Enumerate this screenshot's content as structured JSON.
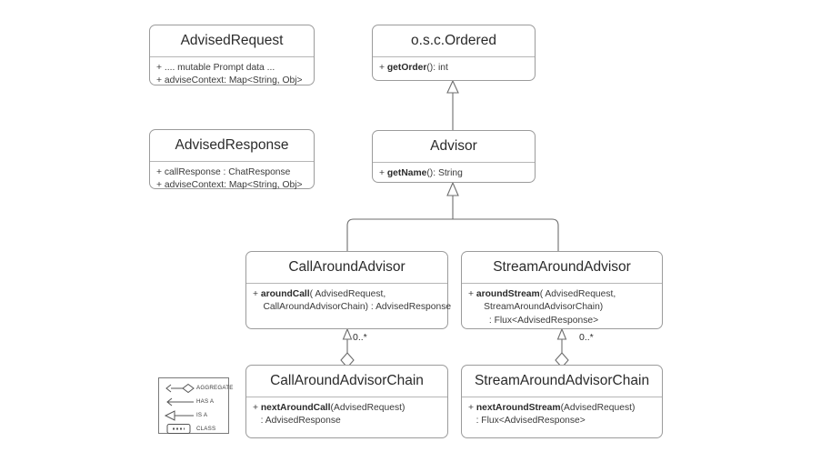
{
  "diagram": {
    "title": "Spring AI Advisor class diagram",
    "background": "#ffffff",
    "line_color": "#6e6e6e",
    "box_border": "#9b9b9b",
    "text_color": "#2b2b2b"
  },
  "classes": {
    "advised_request": {
      "name": "AdvisedRequest",
      "members": [
        {
          "visibility": "+",
          "bold": "",
          "rest": " .... mutable Prompt data ..."
        },
        {
          "visibility": "+",
          "bold": "",
          "rest": " adviseContext: Map<String, Obj>"
        }
      ]
    },
    "advised_response": {
      "name": "AdvisedResponse",
      "members": [
        {
          "visibility": "+",
          "bold": "",
          "rest": " callResponse : ChatResponse"
        },
        {
          "visibility": "+",
          "bold": "",
          "rest": " adviseContext: Map<String, Obj>"
        }
      ]
    },
    "ordered": {
      "name": "o.s.c.Ordered",
      "members": [
        {
          "visibility": "+",
          "bold": "getOrder",
          "rest": "(): int"
        }
      ]
    },
    "advisor": {
      "name": "Advisor",
      "members": [
        {
          "visibility": "+",
          "bold": "getName",
          "rest": "(): String"
        }
      ]
    },
    "call_around_advisor": {
      "name": "CallAroundAdvisor",
      "members": [
        {
          "visibility": "+",
          "bold": "aroundCall",
          "rest": "( AdvisedRequest,"
        },
        {
          "visibility": "",
          "bold": "",
          "rest": "    CallAroundAdvisorChain) : AdvisedResponse"
        }
      ]
    },
    "stream_around_advisor": {
      "name": "StreamAroundAdvisor",
      "members": [
        {
          "visibility": "+",
          "bold": "aroundStream",
          "rest": "( AdvisedRequest,"
        },
        {
          "visibility": "",
          "bold": "",
          "rest": "      StreamAroundAdvisorChain)"
        },
        {
          "visibility": "",
          "bold": "",
          "rest": "        : Flux<AdvisedResponse>"
        }
      ]
    },
    "call_around_advisor_chain": {
      "name": "CallAroundAdvisorChain",
      "members": [
        {
          "visibility": "+",
          "bold": "nextAroundCall",
          "rest": "(AdvisedRequest)"
        },
        {
          "visibility": "",
          "bold": "",
          "rest": "   : AdvisedResponse"
        }
      ]
    },
    "stream_around_advisor_chain": {
      "name": "StreamAroundAdvisorChain",
      "members": [
        {
          "visibility": "+",
          "bold": "nextAroundStream",
          "rest": "(AdvisedRequest)"
        },
        {
          "visibility": "",
          "bold": "",
          "rest": "   : Flux<AdvisedResponse>"
        }
      ]
    }
  },
  "relations": {
    "advisor_is_a_ordered": {
      "type": "IS A",
      "from": "Advisor",
      "to": "o.s.c.Ordered",
      "label": ""
    },
    "call_is_a_advisor": {
      "type": "IS A",
      "from": "CallAroundAdvisor",
      "to": "Advisor",
      "label": ""
    },
    "stream_is_a_advisor": {
      "type": "IS A",
      "from": "StreamAroundAdvisor",
      "to": "Advisor",
      "label": ""
    },
    "call_chain_aggregate": {
      "type": "AGGREGATE",
      "from": "CallAroundAdvisorChain",
      "to": "CallAroundAdvisor",
      "label": "0..*"
    },
    "stream_chain_aggregate": {
      "type": "AGGREGATE",
      "from": "StreamAroundAdvisorChain",
      "to": "StreamAroundAdvisor",
      "label": "0..*"
    }
  },
  "multiplicity": {
    "call": "0..*",
    "stream": "0..*"
  },
  "legend": {
    "rows": [
      {
        "glyph": "aggregate-arrow-diamond-icon",
        "label": "AGGREGATE"
      },
      {
        "glyph": "has-a-arrow-icon",
        "label": "HAS A"
      },
      {
        "glyph": "is-a-triangle-arrow-icon",
        "label": "IS A"
      },
      {
        "glyph": "class-box-icon",
        "label": "CLASS"
      }
    ]
  }
}
